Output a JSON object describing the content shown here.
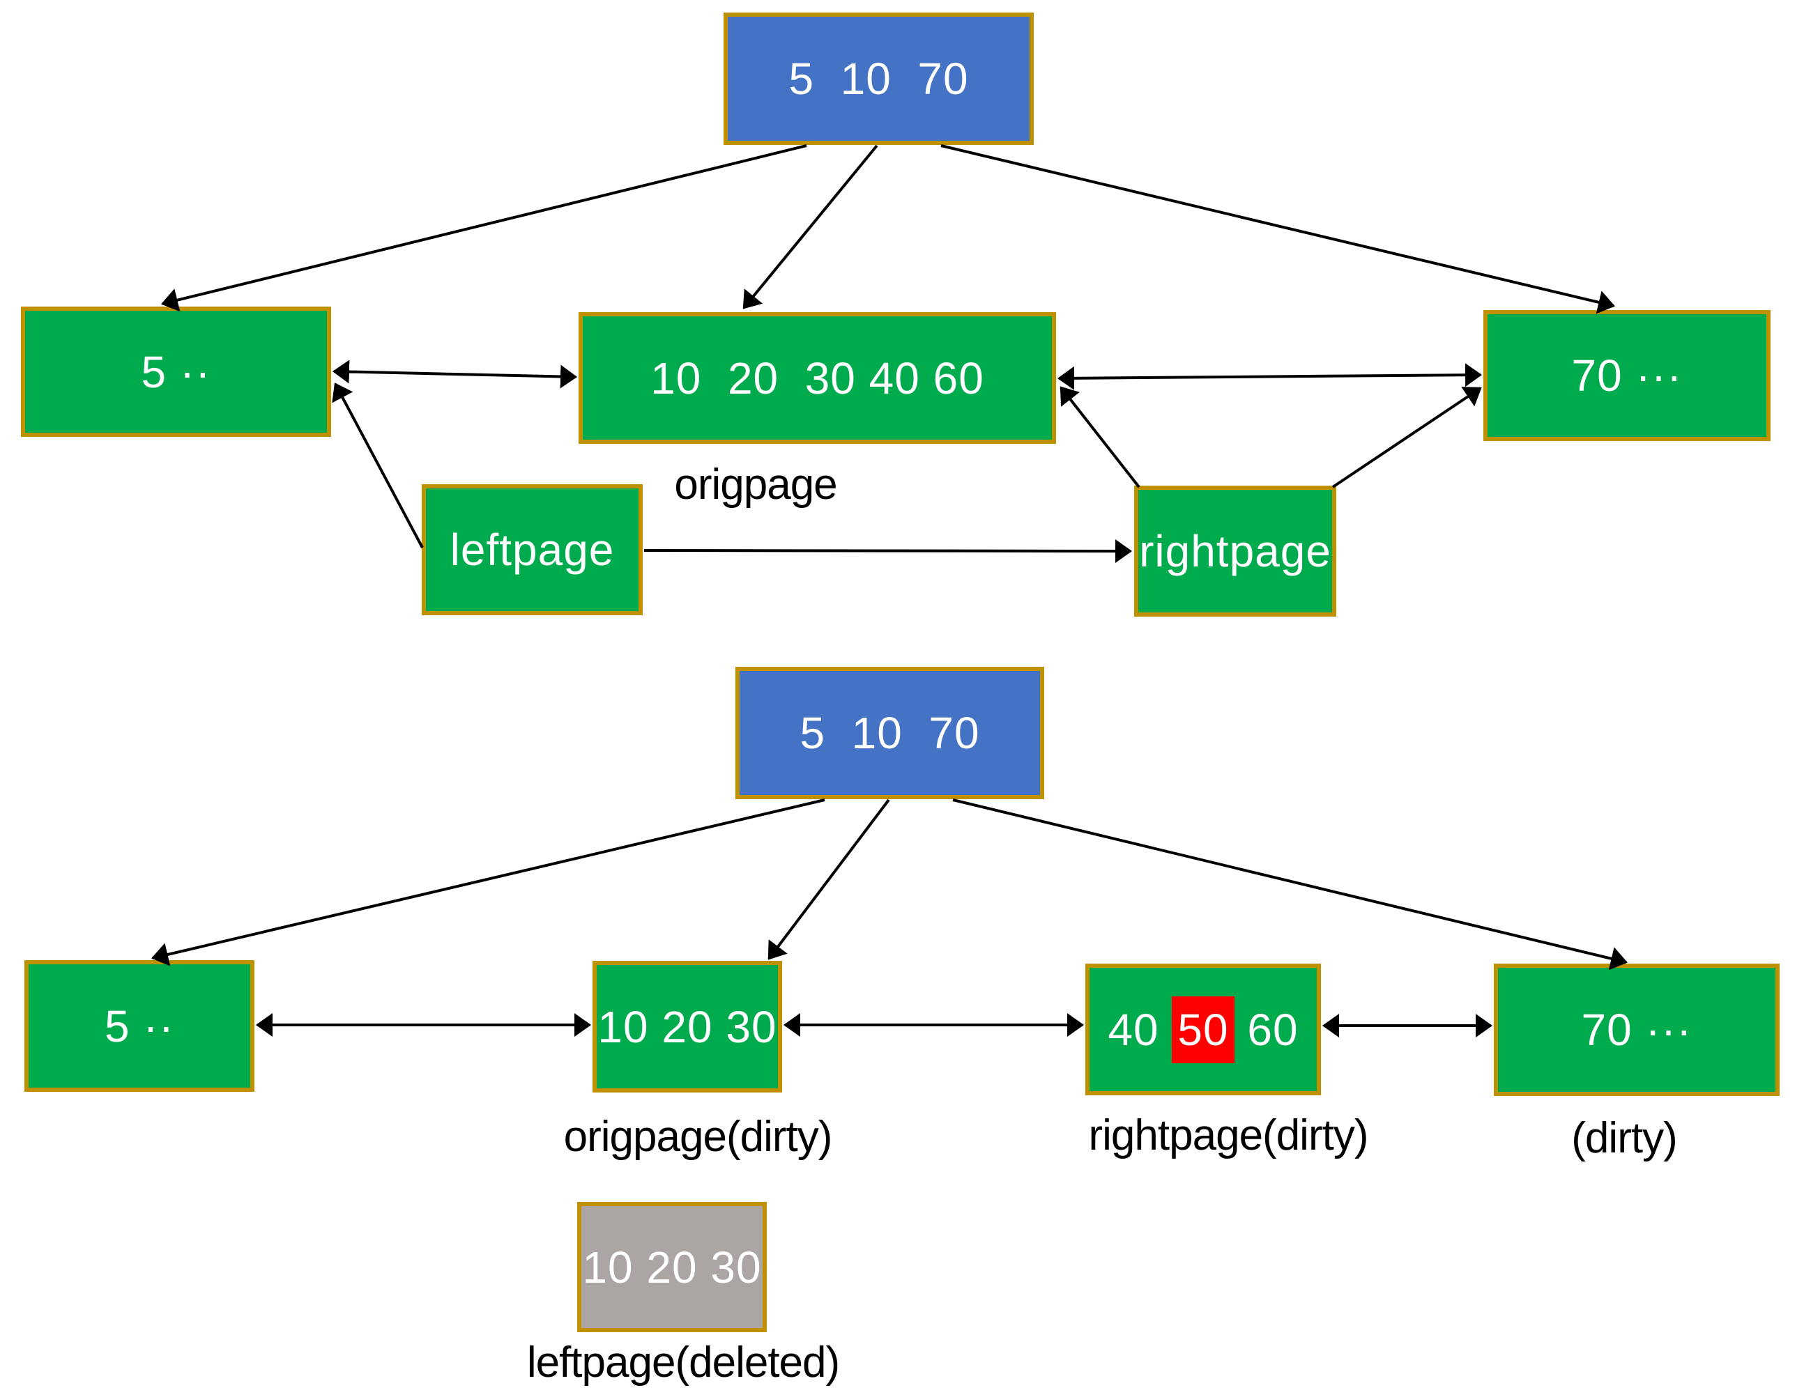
{
  "colors": {
    "green": "#00AB4E",
    "blue": "#4472C4",
    "gold": "#BF9000",
    "red": "#FF0000",
    "gray": "#ABA6A3",
    "line": "#000000",
    "boxtext": "#FFFFFF",
    "caption": "#000000"
  },
  "top": {
    "root": {
      "label": "5  10  70"
    },
    "left_leaf": {
      "label": "5 ··"
    },
    "origpage": {
      "label": "10  20  30 40 60",
      "caption": "origpage"
    },
    "right_leaf": {
      "label": "70 ···"
    },
    "leftpage": {
      "label": "leftpage"
    },
    "rightpage": {
      "label": "rightpage"
    }
  },
  "bottom": {
    "root": {
      "label": "5  10  70"
    },
    "left_leaf": {
      "label": "5 ··"
    },
    "origpage": {
      "label": "10 20 30",
      "caption": "origpage(dirty)"
    },
    "rightpage": {
      "label_prefix": "40 ",
      "label_highlight": "50",
      "label_suffix": " 60",
      "caption": "rightpage(dirty)"
    },
    "right_leaf": {
      "label": "70 ···",
      "caption": "(dirty)"
    },
    "leftpage_deleted": {
      "label": "10 20 30",
      "caption": "leftpage(deleted)"
    }
  }
}
